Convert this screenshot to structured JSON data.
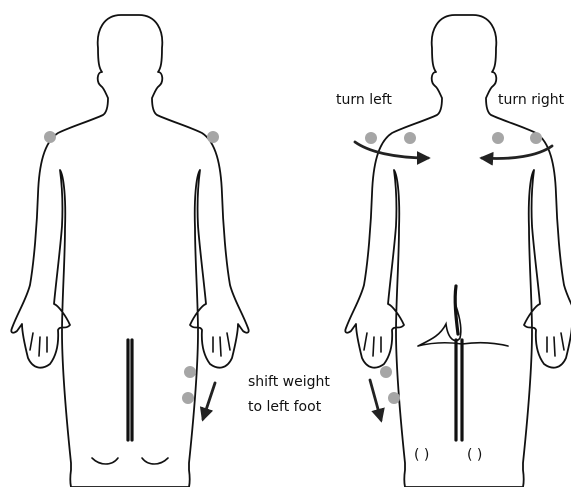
{
  "labels": {
    "turn_left": "turn left",
    "turn_right": "turn right",
    "shift_line1": "shift weight",
    "shift_line2": "to left foot",
    "knee_left": "( )",
    "knee_right": "( )"
  },
  "colors": {
    "marker": "#a6a6a6",
    "outline": "#111111",
    "arrow": "#222222"
  }
}
